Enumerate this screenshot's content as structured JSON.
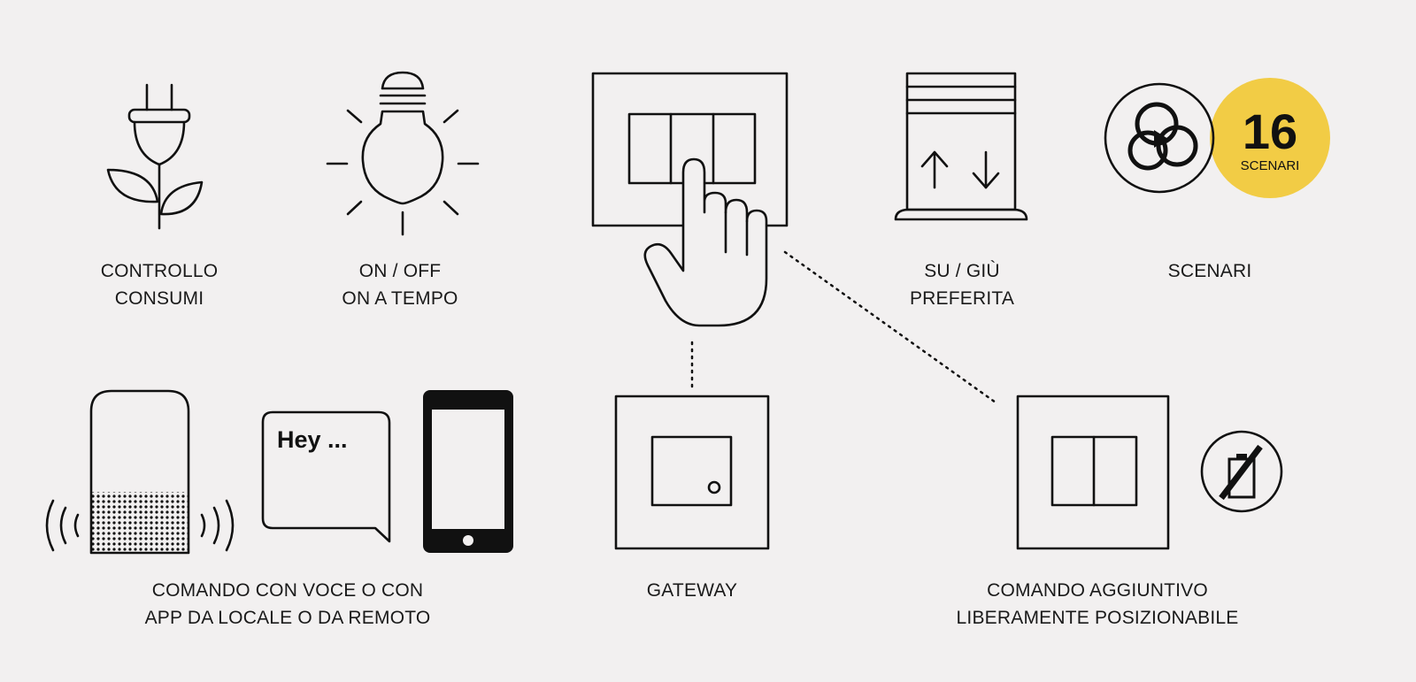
{
  "colors": {
    "background": "#f2f0f0",
    "line": "#111111",
    "accent_yellow": "#f2cc45"
  },
  "features": [
    {
      "icon": "plug-plant-icon",
      "label": [
        "CONTROLLO",
        "CONSUMI"
      ]
    },
    {
      "icon": "light-bulb-icon",
      "label": [
        "ON / OFF",
        "ON A TEMPO"
      ]
    },
    {
      "icon": "hand-pressing-switch-icon",
      "label": []
    },
    {
      "icon": "roller-shutter-icon",
      "label": [
        "SU / GIÙ",
        "PREFERITA"
      ]
    },
    {
      "icon": "scenarios-icon",
      "label": [
        "SCENARI"
      ],
      "badge": {
        "number": "16",
        "text": "SCENARI"
      }
    }
  ],
  "bottom": {
    "voice": {
      "bubble_text": "Hey ...",
      "label": [
        "COMANDO CON VOCE O CON",
        "APP DA LOCALE O DA REMOTO"
      ]
    },
    "gateway": {
      "label": [
        "GATEWAY"
      ]
    },
    "additional": {
      "icon": "no-battery-icon",
      "label": [
        "COMANDO AGGIUNTIVO",
        "LIBERAMENTE POSIZIONABILE"
      ]
    }
  }
}
